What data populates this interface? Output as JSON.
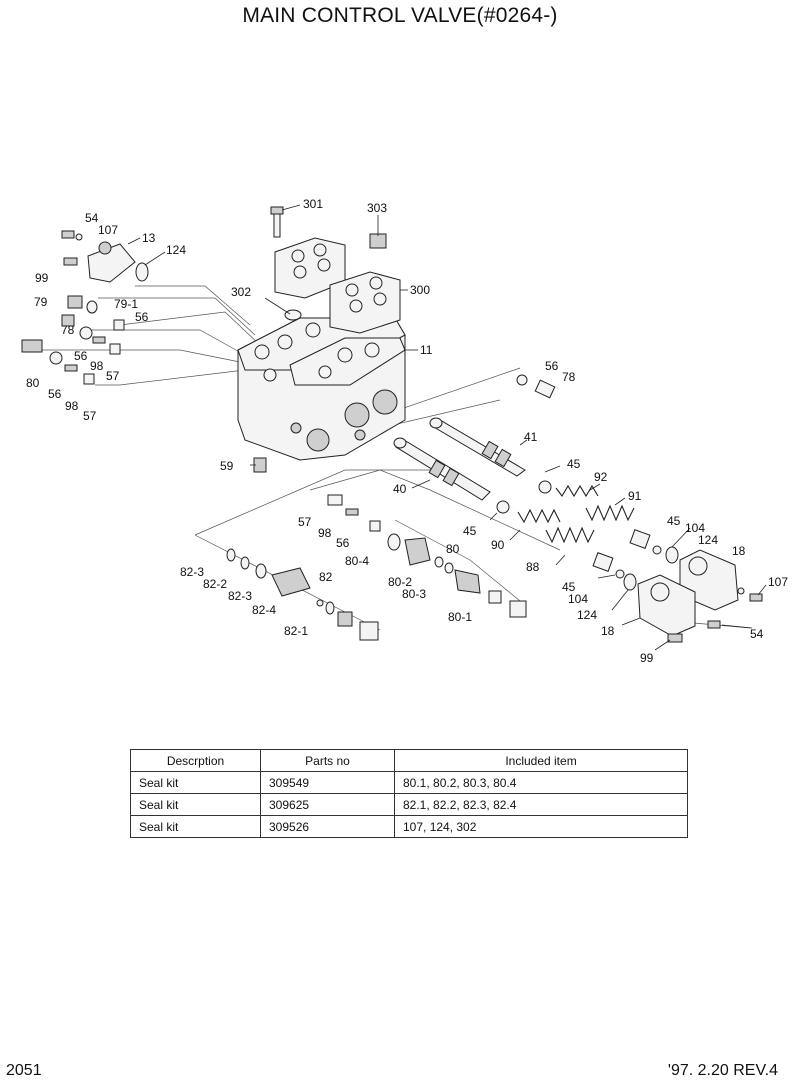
{
  "title": "MAIN CONTROL VALVE(#0264-)",
  "callouts": {
    "c301": "301",
    "c303": "303",
    "c54a": "54",
    "c107a": "107",
    "c13": "13",
    "c124a": "124",
    "c99a": "99",
    "c302": "302",
    "c300": "300",
    "c79": "79",
    "c791": "79-1",
    "c56a": "56",
    "c78a": "78",
    "c56b": "56",
    "c98a": "98",
    "c57a": "57",
    "c80": "80",
    "c56c": "56",
    "c98b": "98",
    "c57b": "57",
    "c11": "11",
    "c56d": "56",
    "c78b": "78",
    "c41": "41",
    "c59": "59",
    "c45a": "45",
    "c92": "92",
    "c40": "40",
    "c91": "91",
    "c57c": "57",
    "c98c": "98",
    "c56e": "56",
    "c45b": "45",
    "c90": "90",
    "c45c": "45",
    "c104a": "104",
    "c124b": "124",
    "c18a": "18",
    "c804": "80-4",
    "c80b": "80",
    "c88": "88",
    "c823a": "82-3",
    "c822": "82-2",
    "c82": "82",
    "c802": "80-2",
    "c803": "80-3",
    "c823b": "82-3",
    "c45d": "45",
    "c104b": "104",
    "c107b": "107",
    "c824": "82-4",
    "c801": "80-1",
    "c124c": "124",
    "c18b": "18",
    "c54b": "54",
    "c821": "82-1",
    "c99b": "99"
  },
  "table": {
    "headers": [
      "Descrption",
      "Parts no",
      "Included item"
    ],
    "rows": [
      {
        "description": "Seal kit",
        "parts_no": "309549",
        "included": "80.1, 80.2, 80.3, 80.4"
      },
      {
        "description": "Seal kit",
        "parts_no": "309625",
        "included": "82.1, 82.2, 82.3, 82.4"
      },
      {
        "description": "Seal kit",
        "parts_no": "309526",
        "included": "107, 124, 302"
      }
    ]
  },
  "footer": {
    "page": "2051",
    "revision": "'97. 2.20  REV.4"
  }
}
